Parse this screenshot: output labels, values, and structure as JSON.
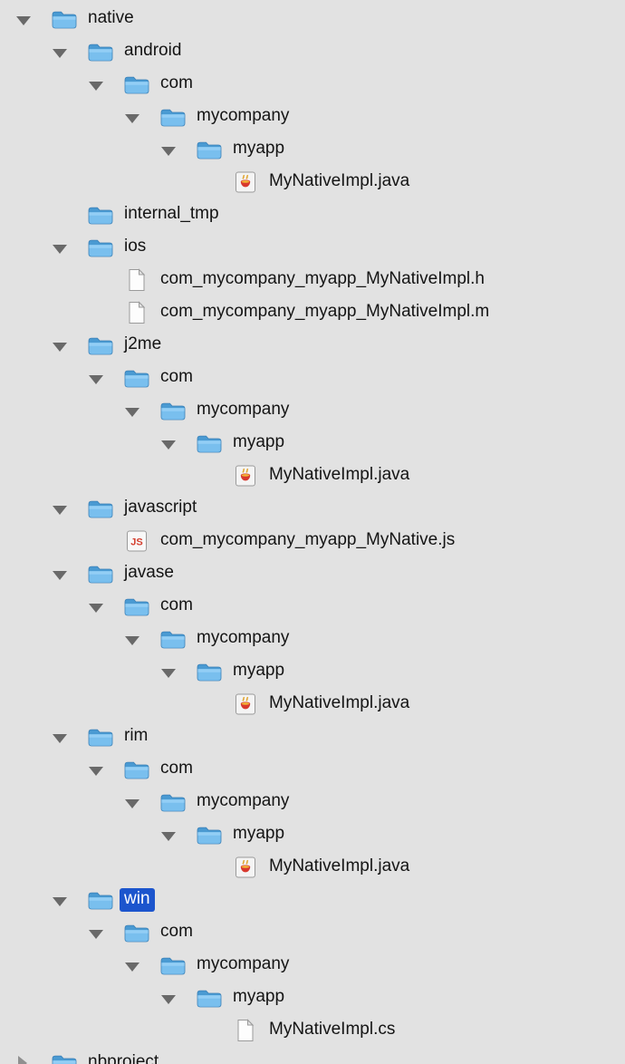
{
  "app": {
    "background": "#e2e2e2",
    "selection_color": "#1c55cd",
    "selection_text_color": "#ffffff",
    "triangle_color": "#696969"
  },
  "icons": {
    "js_badge": "JS"
  },
  "tree": {
    "rows": [
      {
        "level": 0,
        "expander": "down",
        "icon": "folder-icon",
        "label": "native",
        "selected": false
      },
      {
        "level": 1,
        "expander": "down",
        "icon": "folder-icon",
        "label": "android",
        "selected": false
      },
      {
        "level": 2,
        "expander": "down",
        "icon": "folder-icon",
        "label": "com",
        "selected": false
      },
      {
        "level": 3,
        "expander": "down",
        "icon": "folder-icon",
        "label": "mycompany",
        "selected": false
      },
      {
        "level": 4,
        "expander": "down",
        "icon": "folder-icon",
        "label": "myapp",
        "selected": false
      },
      {
        "level": 5,
        "expander": "none",
        "icon": "java-source-icon",
        "label": "MyNativeImpl.java",
        "selected": false
      },
      {
        "level": 1,
        "expander": "none",
        "icon": "folder-icon",
        "label": "internal_tmp",
        "selected": false
      },
      {
        "level": 1,
        "expander": "down",
        "icon": "folder-icon",
        "label": "ios",
        "selected": false
      },
      {
        "level": 2,
        "expander": "none",
        "icon": "document-icon",
        "label": "com_mycompany_myapp_MyNativeImpl.h",
        "selected": false
      },
      {
        "level": 2,
        "expander": "none",
        "icon": "document-icon",
        "label": "com_mycompany_myapp_MyNativeImpl.m",
        "selected": false
      },
      {
        "level": 1,
        "expander": "down",
        "icon": "folder-icon",
        "label": "j2me",
        "selected": false
      },
      {
        "level": 2,
        "expander": "down",
        "icon": "folder-icon",
        "label": "com",
        "selected": false
      },
      {
        "level": 3,
        "expander": "down",
        "icon": "folder-icon",
        "label": "mycompany",
        "selected": false
      },
      {
        "level": 4,
        "expander": "down",
        "icon": "folder-icon",
        "label": "myapp",
        "selected": false
      },
      {
        "level": 5,
        "expander": "none",
        "icon": "java-source-icon",
        "label": "MyNativeImpl.java",
        "selected": false
      },
      {
        "level": 1,
        "expander": "down",
        "icon": "folder-icon",
        "label": "javascript",
        "selected": false
      },
      {
        "level": 2,
        "expander": "none",
        "icon": "js-source-icon",
        "label": "com_mycompany_myapp_MyNative.js",
        "selected": false
      },
      {
        "level": 1,
        "expander": "down",
        "icon": "folder-icon",
        "label": "javase",
        "selected": false
      },
      {
        "level": 2,
        "expander": "down",
        "icon": "folder-icon",
        "label": "com",
        "selected": false
      },
      {
        "level": 3,
        "expander": "down",
        "icon": "folder-icon",
        "label": "mycompany",
        "selected": false
      },
      {
        "level": 4,
        "expander": "down",
        "icon": "folder-icon",
        "label": "myapp",
        "selected": false
      },
      {
        "level": 5,
        "expander": "none",
        "icon": "java-source-icon",
        "label": "MyNativeImpl.java",
        "selected": false
      },
      {
        "level": 1,
        "expander": "down",
        "icon": "folder-icon",
        "label": "rim",
        "selected": false
      },
      {
        "level": 2,
        "expander": "down",
        "icon": "folder-icon",
        "label": "com",
        "selected": false
      },
      {
        "level": 3,
        "expander": "down",
        "icon": "folder-icon",
        "label": "mycompany",
        "selected": false
      },
      {
        "level": 4,
        "expander": "down",
        "icon": "folder-icon",
        "label": "myapp",
        "selected": false
      },
      {
        "level": 5,
        "expander": "none",
        "icon": "java-source-icon",
        "label": "MyNativeImpl.java",
        "selected": false
      },
      {
        "level": 1,
        "expander": "down",
        "icon": "folder-icon",
        "label": "win",
        "selected": true
      },
      {
        "level": 2,
        "expander": "down",
        "icon": "folder-icon",
        "label": "com",
        "selected": false
      },
      {
        "level": 3,
        "expander": "down",
        "icon": "folder-icon",
        "label": "mycompany",
        "selected": false
      },
      {
        "level": 4,
        "expander": "down",
        "icon": "folder-icon",
        "label": "myapp",
        "selected": false
      },
      {
        "level": 5,
        "expander": "none",
        "icon": "document-icon",
        "label": "MyNativeImpl.cs",
        "selected": false
      },
      {
        "level": 0,
        "expander": "right",
        "icon": "folder-icon",
        "label": "nbproject",
        "selected": false
      }
    ]
  }
}
